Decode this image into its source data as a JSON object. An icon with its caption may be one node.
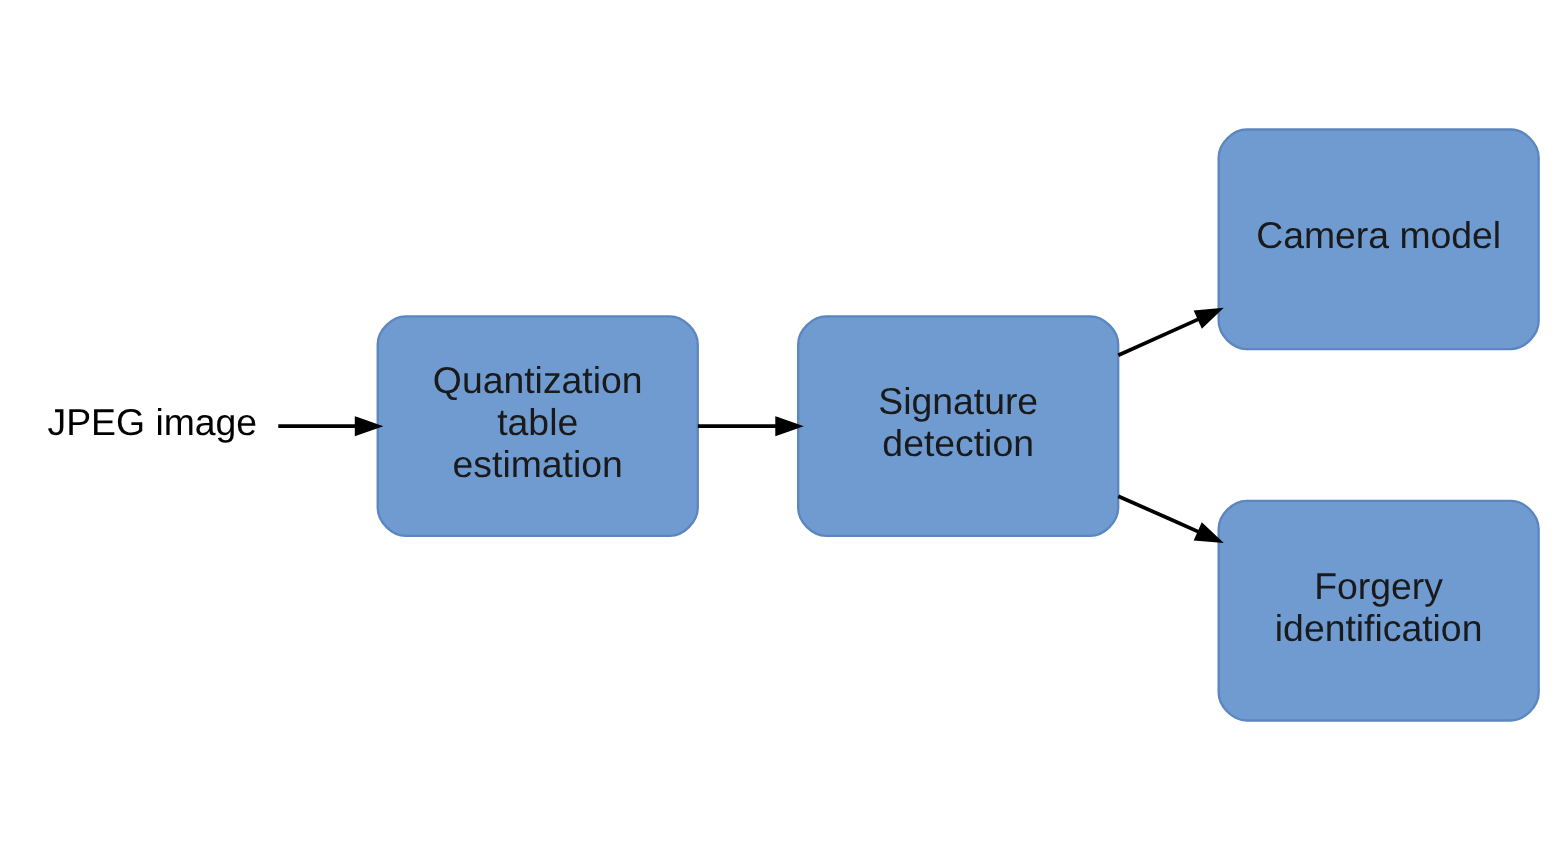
{
  "diagram": {
    "nodes": [
      {
        "text": [
          "JPEG image"
        ]
      },
      {
        "text": [
          "Quantization table estimation"
        ]
      },
      {
        "text": [
          "Signature detection"
        ]
      },
      {
        "text": [
          "Camera model"
        ]
      },
      {
        "text": [
          "Forgery identification"
        ]
      }
    ],
    "edges": [
      {
        "from": 0,
        "to": 1,
        "arrow": "to"
      },
      {
        "from": 1,
        "to": 2,
        "arrow": "to"
      },
      {
        "from": 2,
        "to": 3,
        "arrow": "to"
      },
      {
        "from": 2,
        "to": 4,
        "arrow": "to"
      }
    ]
  }
}
